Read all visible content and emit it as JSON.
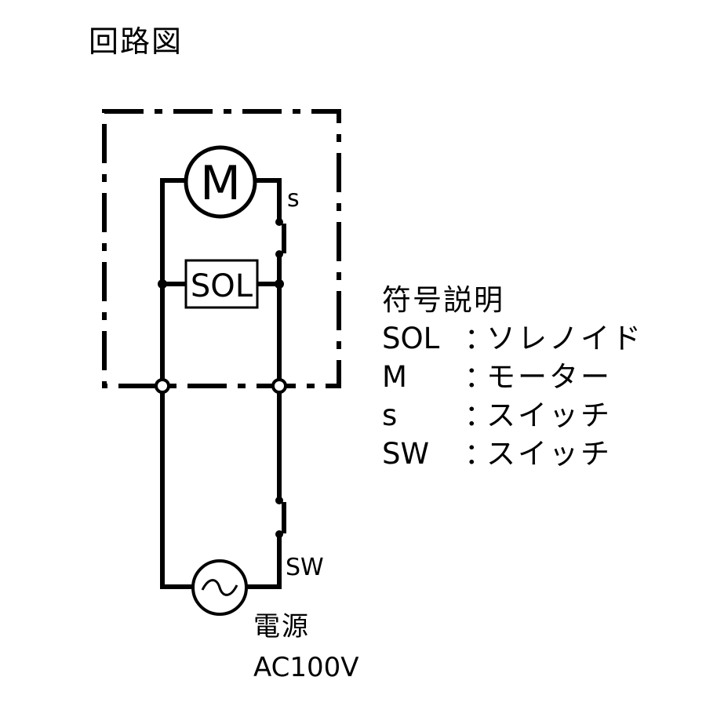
{
  "title": "回路図",
  "components": {
    "motor": {
      "symbol": "M"
    },
    "solenoid": {
      "symbol": "SOL"
    },
    "switch_s": {
      "symbol": "s"
    },
    "switch_sw": {
      "symbol": "SW"
    },
    "power": {
      "label": "電源",
      "rating": "AC100V"
    }
  },
  "legend": {
    "heading": "符号説明",
    "colon": "：",
    "items": [
      {
        "symbol": "SOL",
        "description": "ソレノイド"
      },
      {
        "symbol": "M",
        "description": "モーター"
      },
      {
        "symbol": "s",
        "description": "スイッチ"
      },
      {
        "symbol": "SW",
        "description": "スイッチ"
      }
    ]
  }
}
